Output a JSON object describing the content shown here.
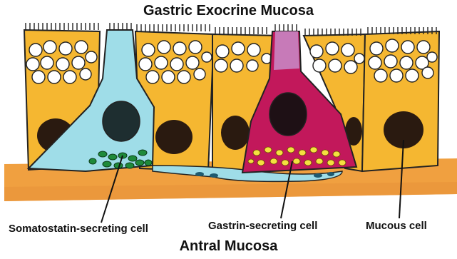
{
  "title_top": "Gastric Exocrine Mucosa",
  "title_bottom": "Antral Mucosa",
  "labels": {
    "somatostatin_cell": "Somatostatin-secreting cell",
    "gastrin_cell": "Gastrin-secreting cell",
    "mucous_cell": "Mucous cell"
  },
  "colors": {
    "mucous_cell_fill": "#f5b731",
    "somatostatin_cell_fill": "#9fdde8",
    "gastrin_cell_fill": "#c2185b",
    "basement_membrane": "#f0a040",
    "nucleus": "#2a1a10",
    "granules_somatostatin": "#1f8a3a",
    "granules_gastrin": "#f5e040"
  }
}
